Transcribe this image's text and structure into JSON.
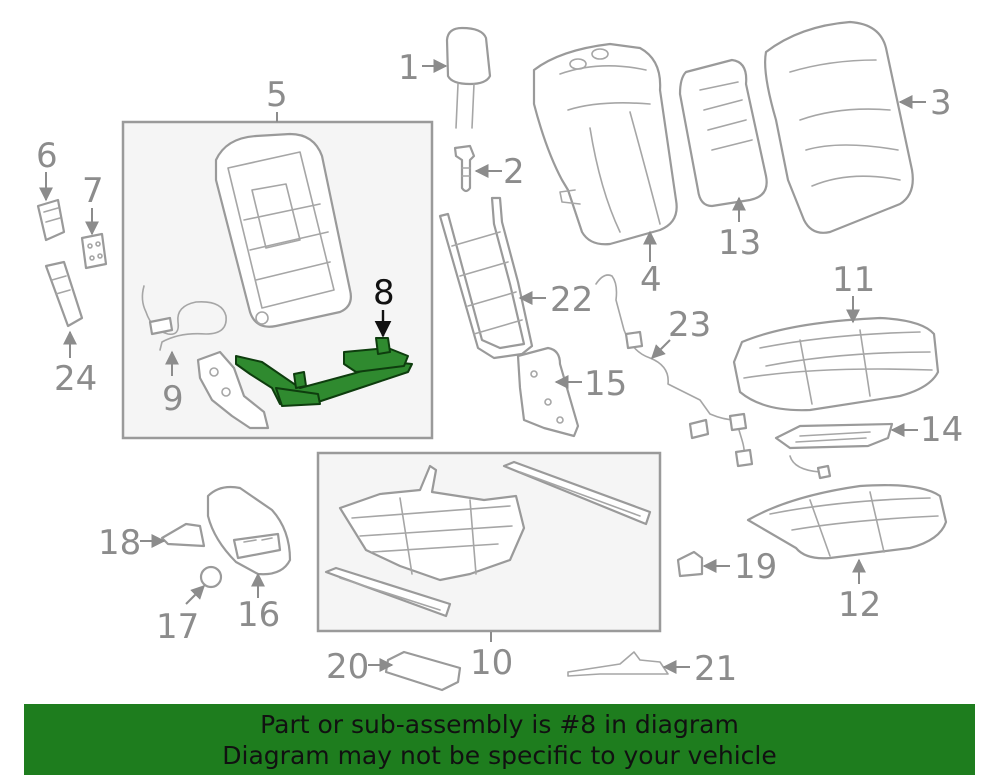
{
  "highlight_color": "#2f8a2f",
  "banner_color": "#1e7d1e",
  "callouts": {
    "c1": "1",
    "c2": "2",
    "c3": "3",
    "c4": "4",
    "c5": "5",
    "c6": "6",
    "c7": "7",
    "c8": "8",
    "c9": "9",
    "c10": "10",
    "c11": "11",
    "c12": "12",
    "c13": "13",
    "c14": "14",
    "c15": "15",
    "c16": "16",
    "c17": "17",
    "c18": "18",
    "c19": "19",
    "c20": "20",
    "c21": "21",
    "c22": "22",
    "c23": "23",
    "c24": "24"
  },
  "banner": {
    "line1": "Part or sub-assembly is #8 in diagram",
    "line2": "Diagram may not be specific to your vehicle"
  }
}
